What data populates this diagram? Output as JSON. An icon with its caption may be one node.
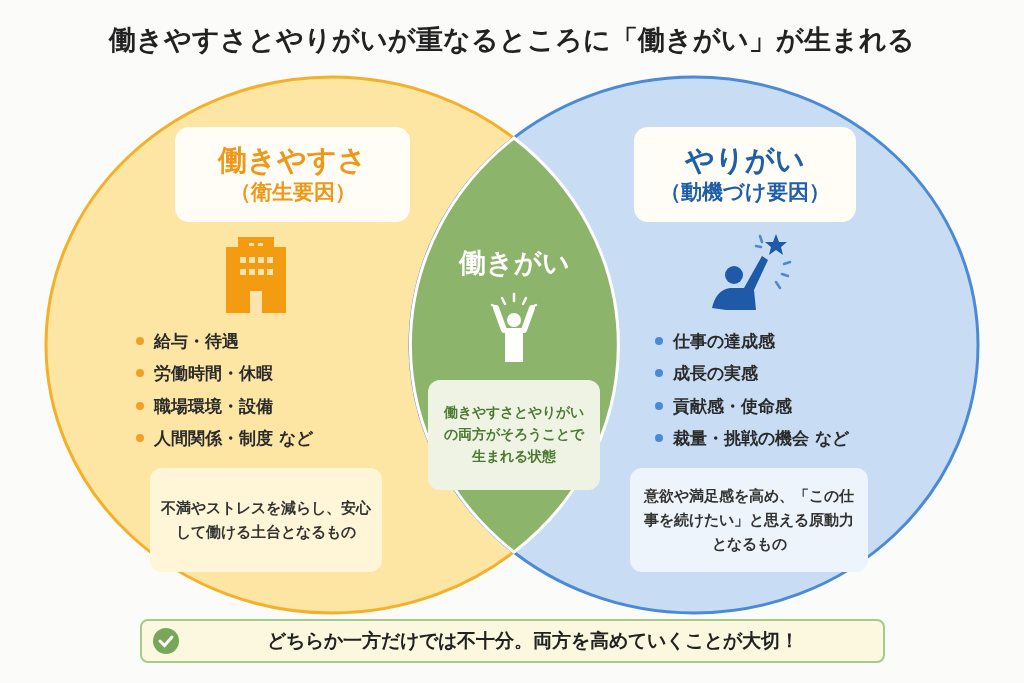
{
  "diagram": {
    "title": "働きやすさとやりがいが重なるところに「働きがい」が生まれる",
    "nodes": [
      {
        "text": [],
        "shape": "circle"
      },
      {
        "text": [
          "働きやすさ",
          "（衛生要因）"
        ],
        "in": 0
      },
      {
        "text": [
          "不満やストレスを減らし、安心して働ける土台となるもの"
        ],
        "in": 0
      },
      {
        "text": [
          "働きがい"
        ]
      },
      {
        "text": [
          "働きやすさとやりがいの両方がそろうことで生まれる状態"
        ],
        "in": 3
      },
      {
        "text": [],
        "shape": "circle"
      },
      {
        "text": [
          "やりがい",
          "（動機づけ要因）"
        ],
        "in": 5
      },
      {
        "text": [
          "意欲や満足感を高め、「この仕事を続けたい」と思える原動力となるもの"
        ],
        "in": 5
      },
      {
        "text": [
          "どちらか一方だけでは不十分。両方を高めていくことが大切！"
        ]
      }
    ],
    "labels": [
      "給与・待遇",
      "労働時間・休暇",
      "職場環境・設備",
      "人間関係・制度 など",
      "仕事の達成感",
      "成長の実感",
      "貢献感・使命感",
      "裁量・挑戦の機会 など"
    ]
  }
}
